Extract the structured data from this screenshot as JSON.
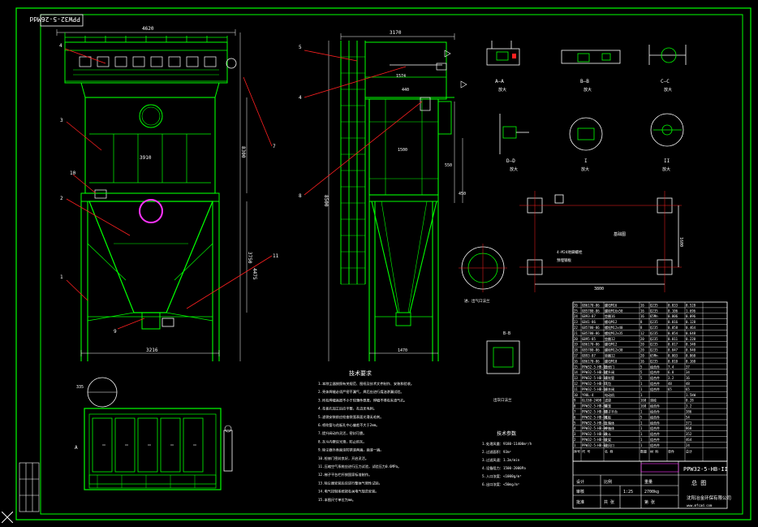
{
  "drawing": {
    "code_box": "PPW32-5-26Mdd",
    "drawing_no": "PPW32-5-HB-II",
    "title_block_name": "总 图",
    "company": "沈阳冶金环保有限公司",
    "website": "www.mfcad.com"
  },
  "section_labels": {
    "aa": "A—A",
    "bb": "B—B",
    "cc": "C—C",
    "dd": "D—D",
    "i": "I",
    "ii": "II",
    "enlarge": "放大"
  },
  "dimensions": {
    "front_width_top": "4620",
    "front_width_mid": "3910",
    "front_width_bottom": "3216",
    "front_height": "8300",
    "front_sub_h1": "3750",
    "front_sub_h2": "4475",
    "side_width_top": "3170",
    "side_width_mid": "1574",
    "side_height": "8500",
    "side_sub_1": "440",
    "side_sub_2": "1500",
    "side_sub_3": "550",
    "side_sub_4": "450",
    "side_bottom": "1470",
    "plan_width": "3800",
    "plan_height": "1600",
    "small_dim": "335"
  },
  "detail_labels": {
    "foundation": "基础图",
    "bolt_note": "4-M24地脚螺栓",
    "embed_note": "预埋钢板",
    "flange_label": "进、出气口法兰",
    "outlet_label": "出灰口法兰",
    "section_b": "B-B"
  },
  "tech_req": {
    "heading": "技术要求",
    "items": [
      "1.本除尘器按照有关规范、图纸及技术文件制作、安装和验收。",
      "2.壳体焊缝必须严密不漏气，焊后应进行煤油渗漏试验。",
      "3.所有焊缝高度不小于较薄件厚度，焊缝不得有夹渣气孔。",
      "4.花板孔加工后应平整，孔边无毛刺。",
      "5.滤袋安装前应检查袋笼表面光滑无毛刺。",
      "6.喷吹管与花板孔中心偏差不大于2mm。",
      "7.提升阀动作灵活，密封可靠。",
      "8.灰斗内壁应光滑，防止积灰。",
      "9.除尘器外表面涂防锈漆两遍，面漆一遍。",
      "10.检修门密封良好，开启灵活。",
      "11.压缩空气系统应进行压力试验，试验压力0.6MPa。",
      "12.梯子平台栏杆按国家标准制作。",
      "13.除尘器安装后应进行整体气密性试验。",
      "14.电气控制系统按有关电气规范安装。",
      "15.本图尺寸单位为mm。"
    ]
  },
  "tech_params": {
    "heading": "技术参数",
    "items": [
      "1.处理风量：9180-11400m³/h",
      "2.过滤面积：93m²",
      "3.过滤风速：1.2m/min",
      "4.设备阻力：1500-2000Pa",
      "5.入口浓度：<1000g/m³",
      "6.出口浓度：<50mg/m³"
    ]
  },
  "bom": {
    "rows": [
      [
        "26",
        "GB6170-86",
        "螺母M16",
        "16",
        "Q235",
        "0.033",
        "0.528"
      ],
      [
        "25",
        "GB5780-86",
        "螺栓M16x50",
        "16",
        "Q235",
        "0.106",
        "1.696"
      ],
      [
        "24",
        "GB93-87",
        "垫圈16",
        "16",
        "65Mn",
        "0.006",
        "0.096"
      ],
      [
        "23",
        "GB41-86",
        "螺母M12",
        "8",
        "Q235",
        "0.016",
        "0.128"
      ],
      [
        "22",
        "GB5780-86",
        "螺栓M12x40",
        "8",
        "Q235",
        "0.058",
        "0.464"
      ],
      [
        "21",
        "GB5780-86",
        "螺栓M12x35",
        "12",
        "Q235",
        "0.054",
        "0.648"
      ],
      [
        "20",
        "GB95-85",
        "垫圈12",
        "20",
        "Q235",
        "0.011",
        "0.220"
      ],
      [
        "19",
        "GB6170-86",
        "螺母M12",
        "20",
        "Q235",
        "0.017",
        "0.340"
      ],
      [
        "18",
        "GB5780-86",
        "螺栓M12x30",
        "20",
        "Q235",
        "0.047",
        "0.940"
      ],
      [
        "17",
        "GB93-87",
        "垫圈12",
        "20",
        "65Mn",
        "0.003",
        "0.060"
      ],
      [
        "16",
        "GB6170-86",
        "螺母M10",
        "16",
        "Q235",
        "0.010",
        "0.160"
      ],
      [
        "15",
        "PPW32-5-HB-15",
        "检修门",
        "5",
        "组合件",
        "7.4",
        "37"
      ],
      [
        "14",
        "PPW32-5-HB-14",
        "提升阀",
        "5",
        "组合件",
        "6.8",
        "34"
      ],
      [
        "13",
        "PPW32-5-HB-13",
        "喷吹管",
        "5",
        "组合件",
        "3.2",
        "16"
      ],
      [
        "12",
        "PPW32-5-HB-12",
        "气包",
        "1",
        "组合件",
        "48",
        "48"
      ],
      [
        "11",
        "PPW32-5-HB-11",
        "卸灰阀",
        "1",
        "组合件",
        "65",
        "65"
      ],
      [
        "10",
        "Y90L-4",
        "电动机",
        "1",
        "",
        "",
        "1.5kW"
      ],
      [
        "9",
        "GLC60-2400",
        "滤袋",
        "160",
        "涤纶",
        "",
        "0.28"
      ],
      [
        "8",
        "PPW32-5-HB-08",
        "袋笼",
        "160",
        "组合件",
        "",
        "3.2"
      ],
      [
        "7",
        "PPW32-5-HB-07",
        "梯子平台",
        "1",
        "组合件",
        "",
        "386"
      ],
      [
        "6",
        "PPW32-5-HB-06",
        "花板",
        "5",
        "组合件",
        "",
        "54"
      ],
      [
        "5",
        "PPW32-5-HB-05",
        "上箱体",
        "1",
        "组合件",
        "",
        "371"
      ],
      [
        "4",
        "PPW32-5-HB-04",
        "中箱体",
        "1",
        "组合件",
        "",
        "868"
      ],
      [
        "3",
        "PPW32-5-HB-03",
        "灰斗",
        "1",
        "组合件",
        "",
        "352"
      ],
      [
        "2",
        "PPW32-5-HB-02",
        "支架",
        "1",
        "组合件",
        "",
        "464"
      ],
      [
        "1",
        "PPW32-5-HB-01",
        "进风口",
        "1",
        "组合件",
        "",
        "24"
      ]
    ],
    "header": [
      "序号",
      "代 号",
      "名 称",
      "数量",
      "材 料",
      "单件",
      "总计"
    ]
  },
  "title_block": {
    "design": "设计",
    "check": "审核",
    "approve": "批准",
    "scale_label": "比例",
    "scale": "1:25",
    "sheet_label": "共 张",
    "sheet": "第 张",
    "weight_label": "重量",
    "weight": "2700kg"
  }
}
